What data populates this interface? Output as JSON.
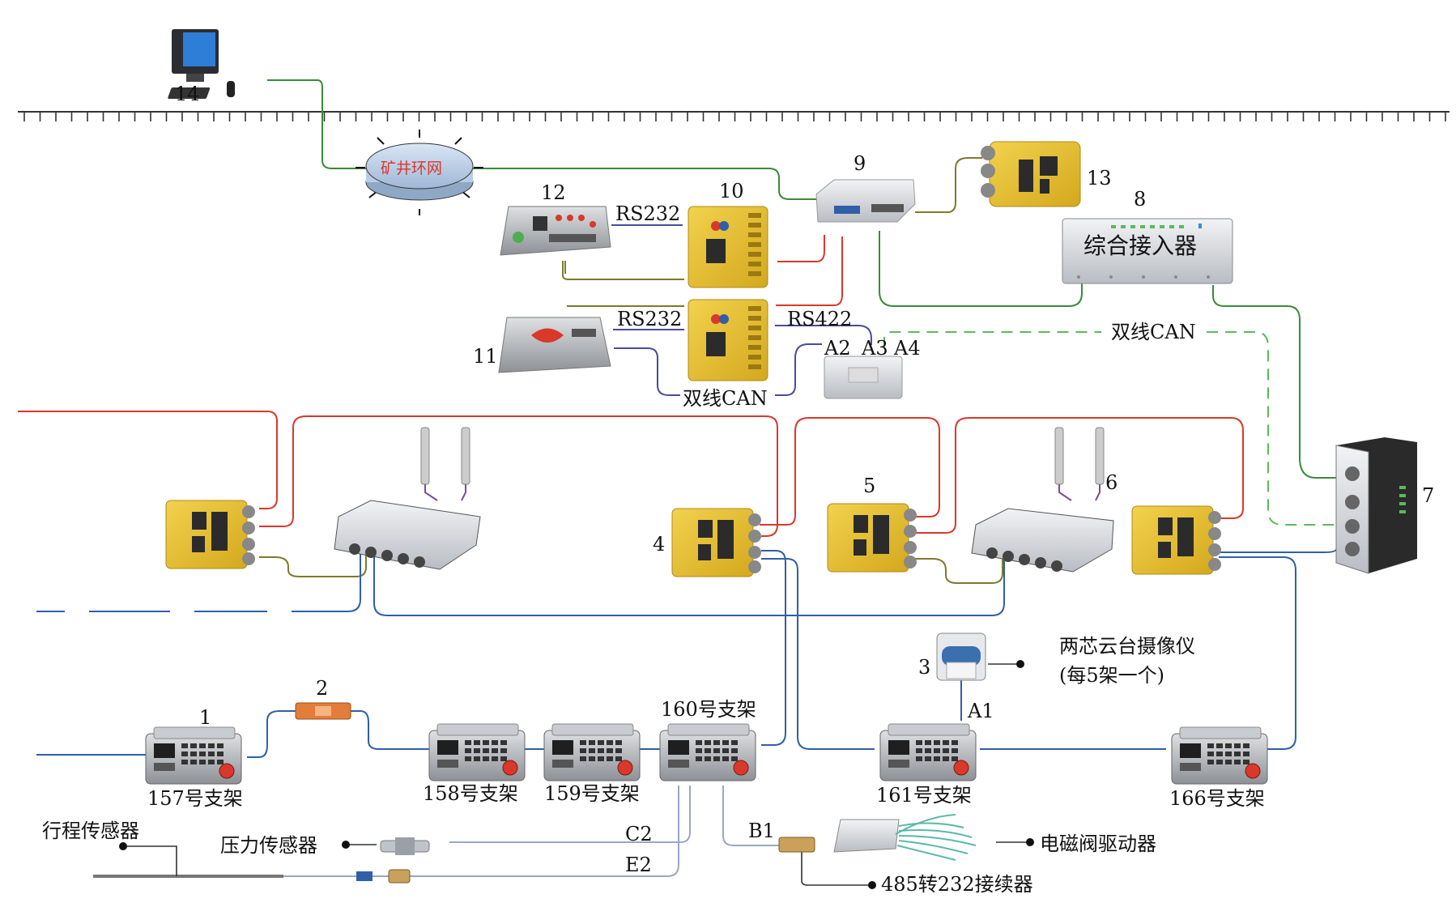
{
  "labels": {
    "n1": "1",
    "n2": "2",
    "n3": "3",
    "n4": "4",
    "n5": "5",
    "n6": "6",
    "n7": "7",
    "n8": "8",
    "n9": "9",
    "n10": "10",
    "n11": "11",
    "n12": "12",
    "n13": "13",
    "n14": "14",
    "ring_network": "矿井环网",
    "integrated_access": "综合接入器",
    "rs232_top": "RS232",
    "rs232_mid": "RS232",
    "rs422": "RS422",
    "dual_can_mid": "双线CAN",
    "dual_can_right": "双线CAN",
    "a1": "A1",
    "a2": "A2",
    "a3": "A3",
    "a4": "A4",
    "b1": "B1",
    "c2": "C2",
    "e2": "E2",
    "camera_line1": "两芯云台摄像仪",
    "camera_line2": "(每5架一个)",
    "support_157": "157号支架",
    "support_158": "158号支架",
    "support_159": "159号支架",
    "support_160": "160号支架",
    "support_161": "161号支架",
    "support_166": "166号支架",
    "stroke_sensor": "行程传感器",
    "pressure_sensor": "压力传感器",
    "solenoid_driver": "电磁阀驱动器",
    "converter_485_232": "485转232接续器"
  },
  "colors": {
    "green": "#3a8a3a",
    "red": "#d9382b",
    "blue": "#2f5fa8",
    "olive": "#7d7a2a",
    "purple": "#7a4aa0",
    "dashed_green": "#5cb85c",
    "gray": "#9aa0a6",
    "yellow_box": "#e8c13a"
  },
  "icons": {
    "computer": "desktop-computer-icon",
    "controller": "support-controller-icon",
    "junction_box": "yellow-junction-box-icon",
    "switch": "network-switch-icon",
    "camera": "ptz-camera-icon"
  }
}
